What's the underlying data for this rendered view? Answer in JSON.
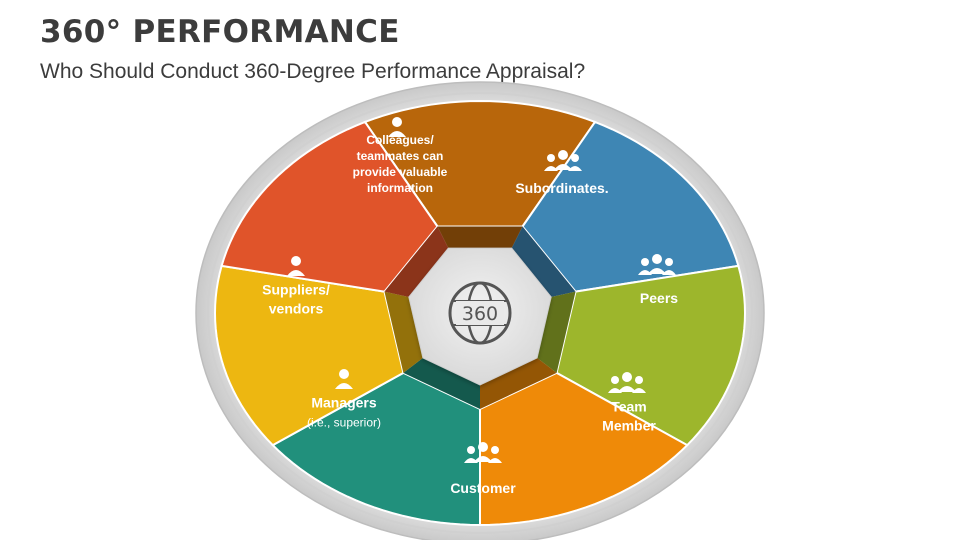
{
  "header": {
    "title": "360° PERFORMANCE",
    "subtitle": "Who Should Conduct 360-Degree Performance Appraisal?"
  },
  "hub": {
    "label": "360",
    "icon": "globe-360-icon"
  },
  "segments": [
    {
      "key": "colleagues",
      "lines": [
        "Colleagues/",
        "teammates can",
        "provide valuable",
        "information"
      ],
      "icon": "headset-person-icon",
      "color": "#B8660B"
    },
    {
      "key": "subordinates",
      "lines": [
        "Subordinates."
      ],
      "icon": "group-people-icon",
      "color": "#3E86B4"
    },
    {
      "key": "peers",
      "lines": [
        "Peers"
      ],
      "icon": "exchange-people-icon",
      "color": "#9DB62C"
    },
    {
      "key": "team_member",
      "lines": [
        "Team",
        "Member"
      ],
      "icon": "team-circle-icon",
      "color": "#EF8A08"
    },
    {
      "key": "customer",
      "lines": [
        "Customer"
      ],
      "icon": "customers-icon",
      "color": "#21907C"
    },
    {
      "key": "managers",
      "lines": [
        "Managers",
        "(i.e., superior)"
      ],
      "icon": "manager-icon",
      "color": "#EDB711"
    },
    {
      "key": "suppliers",
      "lines": [
        "Suppliers/",
        "vendors"
      ],
      "icon": "supplier-cart-icon",
      "color": "#E0542A"
    }
  ]
}
